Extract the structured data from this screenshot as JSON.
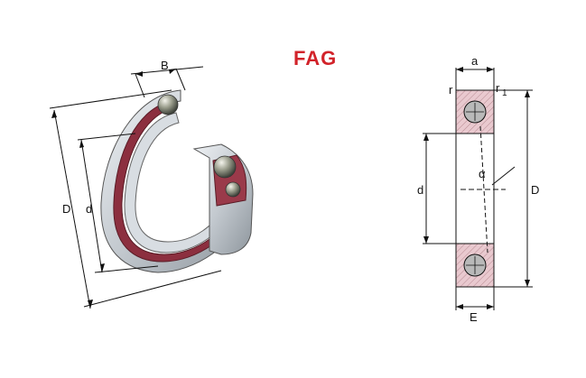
{
  "brand": {
    "logo_text": "FAG",
    "logo_color": "#d2232a"
  },
  "perspective_view": {
    "labels": {
      "width": "B",
      "outer_diameter": "D",
      "bore": "d"
    }
  },
  "section_view": {
    "labels": {
      "offset": "a",
      "radius": "r",
      "radius_1": "r",
      "radius_1_subscript": "1",
      "bore": "d",
      "outer_diameter": "D",
      "width": "E",
      "contact_angle": "α"
    }
  }
}
